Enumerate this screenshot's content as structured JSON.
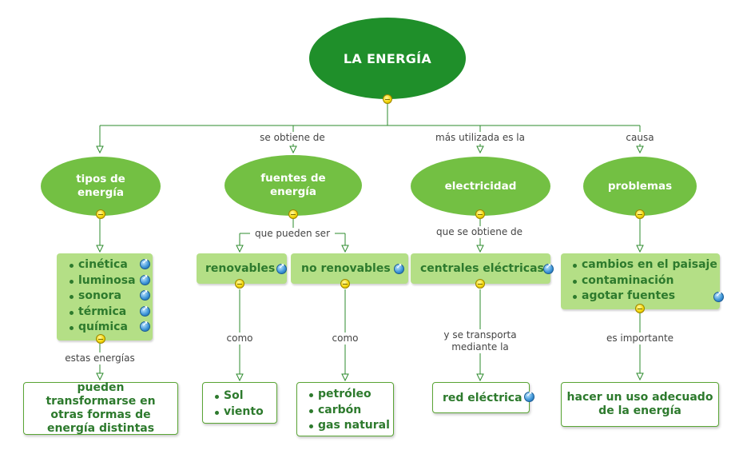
{
  "root": {
    "title": "LA ENERGÍA"
  },
  "branches": {
    "tipos": {
      "title": "tipos de energía"
    },
    "fuentes": {
      "title": "fuentes de energía",
      "connector": "se obtiene de"
    },
    "electricidad": {
      "title": "electricidad",
      "connector": "más utilizada es la"
    },
    "problemas": {
      "title": "problemas",
      "connector": "causa"
    }
  },
  "tipos_list": [
    "cinética",
    "luminosa",
    "sonora",
    "térmica",
    "química"
  ],
  "tipos_connector": "estas energías",
  "tipos_result": "pueden transformarse en otras formas de energía distintas",
  "fuentes_connector": "que pueden ser",
  "renovables": {
    "title": "renovables",
    "connector": "como",
    "items": [
      "Sol",
      "viento"
    ]
  },
  "no_renovables": {
    "title": "no renovables",
    "connector": "como",
    "items": [
      "petróleo",
      "carbón",
      "gas natural"
    ]
  },
  "electricidad_connector": "que se obtiene de",
  "centrales": {
    "title": "centrales eléctricas",
    "connector": "y se transporta mediante la"
  },
  "red": {
    "title": "red eléctrica"
  },
  "problemas_list": [
    "cambios en el paisaje",
    "contaminación",
    "agotar fuentes"
  ],
  "problemas_connector": "es importante",
  "problemas_result": "hacer un uso adecuado de la energía"
}
